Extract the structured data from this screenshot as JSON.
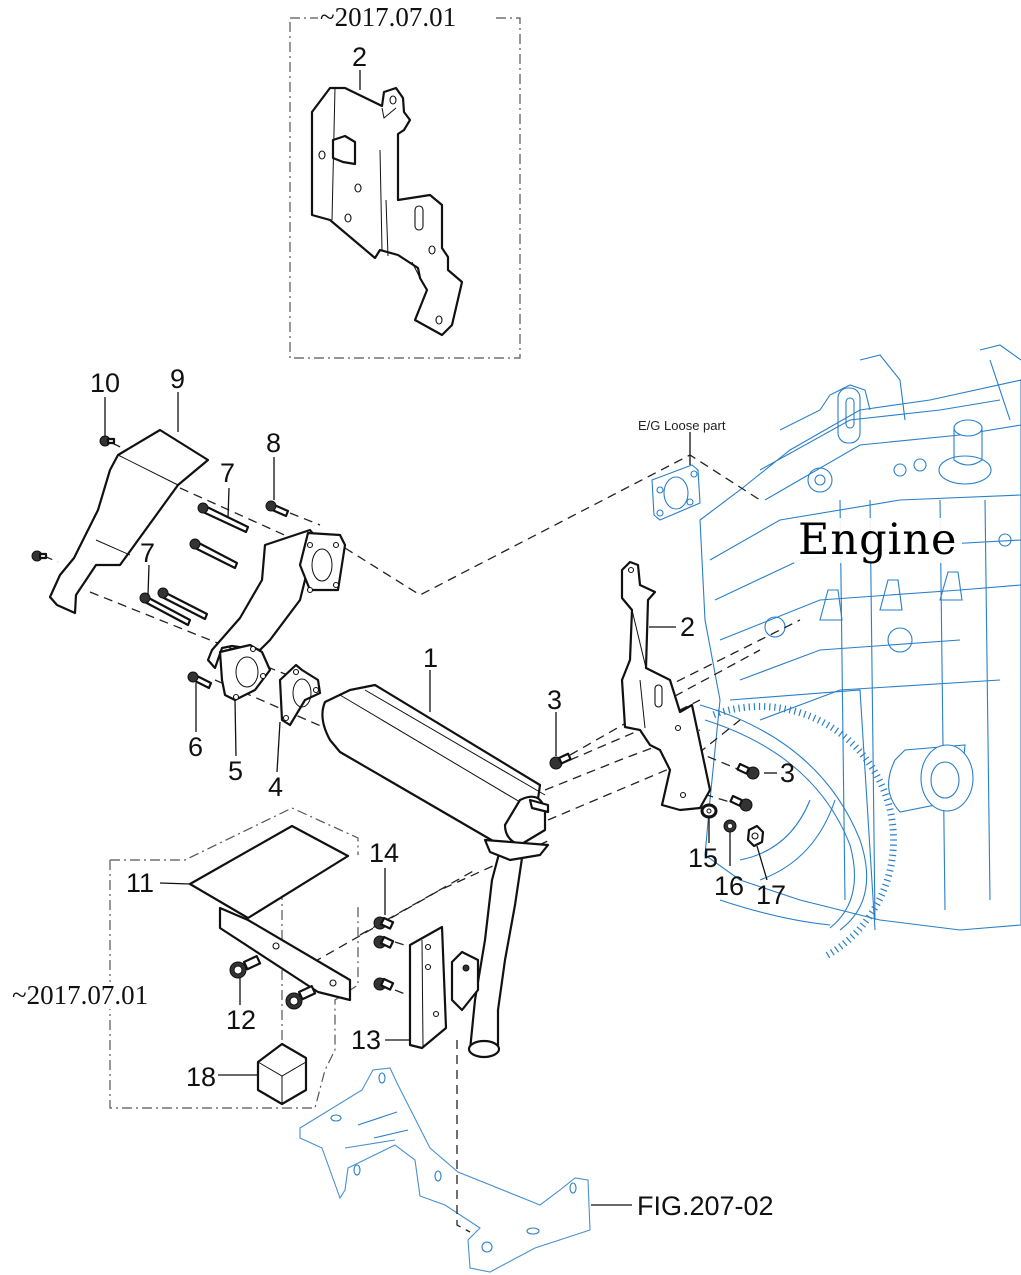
{
  "diagram": {
    "engine_label": "Engine",
    "loose_part_label": "E/G Loose part",
    "figure_reference": "FIG.207-02",
    "date_note_top": "~2017.07.01",
    "date_note_left": "~2017.07.01",
    "callouts": {
      "muffler": "1",
      "bracket_inset": "2",
      "bracket_main": "2",
      "bolt_left": "3",
      "bolt_right": "3",
      "gasket": "4",
      "flange_pipe": "5",
      "bolt_6": "6",
      "bolt_7_upper": "7",
      "bolt_7_lower": "7",
      "bolt_8": "8",
      "heat_shield": "9",
      "bolt_10": "10",
      "cover_plate": "11",
      "bolt_12": "12",
      "bracket_13": "13",
      "bolt_14": "14",
      "washer_15": "15",
      "washer_16": "16",
      "nut_17": "17",
      "rubber_18": "18"
    },
    "colors": {
      "line": "#111111",
      "engine_line": "#2a7fc8",
      "frame_line": "#4a90d0",
      "dash": "#222222"
    }
  }
}
